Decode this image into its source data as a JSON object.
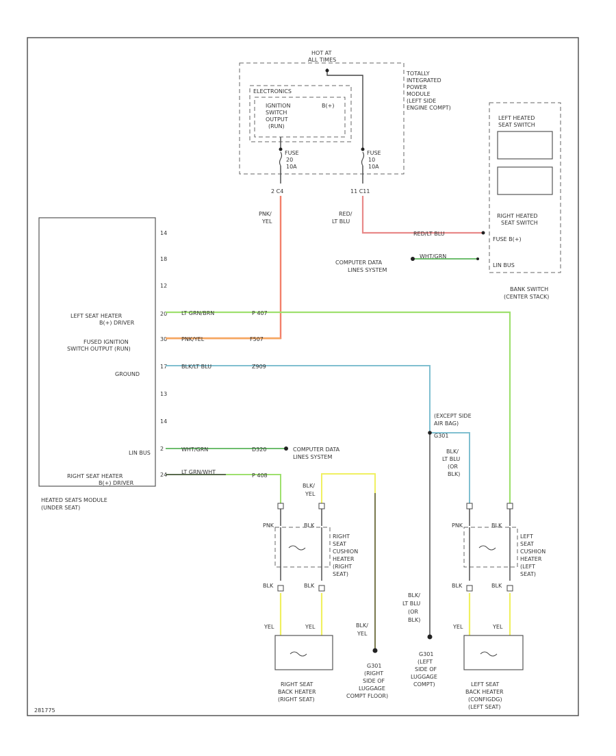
{
  "colors": {
    "pink_yel": "#f2806a",
    "red_ltblu": "#e88888",
    "lt_grn_brn": "#9ee06e",
    "pnk_yel_orange": "#f5a860",
    "blk_lt_blu": "#7fbfd0",
    "wht_grn": "#6dbd6d",
    "yel": "#f0f060",
    "frame": "#555555"
  },
  "tipm": {
    "hot_label": "HOT AT ALL TIMES",
    "name": "TOTALLY INTEGRATED POWER MODULE (LEFT SIDE ENGINE COMPT)",
    "electronics": "ELECTRONICS",
    "iod_lines": [
      "IGNITION",
      "SWITCH",
      "OUTPUT",
      "(RUN)"
    ],
    "bplus": "B(+)",
    "fuse1": [
      "FUSE",
      "20",
      "10A"
    ],
    "fuse2": [
      "FUSE",
      "10",
      "10A"
    ],
    "pin1": "2  C4",
    "pin2": "11  C11"
  },
  "wire_labels": {
    "pnk_yel": [
      "PNK/",
      "YEL"
    ],
    "red_ltblu": [
      "RED/",
      "LT BLU"
    ],
    "red_ltblu_run": "RED/LT BLU",
    "wht_grn_1": "WHT/GRN",
    "lt_grn_brn": "LT GRN/BRN",
    "pnk_yel_run": "PNK/YEL",
    "blk_ltblu": "BLK/LT BLU",
    "wht_grn_2": "WHT/GRN",
    "lt_grn_wht": "LT GRN/WHT",
    "blk_yel_1": [
      "BLK/",
      "YEL"
    ],
    "blk_ltblu_or_blk": [
      "BLK/",
      "LT BLU",
      "(OR",
      "BLK)"
    ],
    "blk_ltblu_or_blk_2": [
      "BLK/",
      "LT BLU",
      "(OR",
      "BLK)"
    ],
    "blk_yel_2": [
      "BLK/",
      "YEL"
    ]
  },
  "circuits": {
    "p407": "P 407",
    "f507": "F507",
    "z909": "Z909",
    "d320": "D320",
    "p408": "P 408"
  },
  "switch_bank": {
    "left": [
      "LEFT HEATED",
      "SEAT SWITCH"
    ],
    "right": [
      "RIGHT HEATED",
      "SEAT SWITCH"
    ],
    "fuse": "FUSE B(+)",
    "linbus": "LIN BUS",
    "name": [
      "BANK SWITCH",
      "(CENTER STACK)"
    ]
  },
  "cdl": {
    "upper": [
      "COMPUTER DATA",
      "LINES SYSTEM"
    ],
    "lower": [
      "COMPUTER DATA",
      "LINES SYSTEM"
    ]
  },
  "module": {
    "name": [
      "HEATED SEATS MODULE",
      "(UNDER SEAT)"
    ],
    "pins": [
      "14",
      "18",
      "12",
      "20",
      "30",
      "17",
      "13",
      "14",
      "2",
      "24"
    ],
    "left_driver": [
      "LEFT SEAT HEATER",
      "B(+) DRIVER"
    ],
    "fused_ign": [
      "FUSED IGNITION",
      "SWITCH OUTPUT (RUN)"
    ],
    "ground": "GROUND",
    "linbus": "LIN BUS",
    "right_driver": [
      "RIGHT SEAT HEATER",
      "B(+) DRIVER"
    ]
  },
  "splice": [
    "(EXCEPT SIDE",
    "AIR BAG)",
    "G301"
  ],
  "right_cushion": [
    "RIGHT",
    "SEAT",
    "CUSHION",
    "HEATER",
    "(RIGHT",
    "SEAT)"
  ],
  "left_cushion": [
    "LEFT",
    "SEAT",
    "CUSHION",
    "HEATER",
    "(LEFT",
    "SEAT)"
  ],
  "right_back": [
    "RIGHT SEAT",
    "BACK HEATER",
    "(RIGHT SEAT)"
  ],
  "left_back": [
    "LEFT SEAT",
    "BACK HEATER",
    "(CONFIGDG)",
    "(LEFT SEAT)"
  ],
  "g301": [
    "G301",
    "(RIGHT",
    "SIDE OF",
    "LUGGAGE",
    "COMPT FLOOR)"
  ],
  "g302": [
    "G301",
    "(LEFT",
    "SIDE OF",
    "LUGGAGE",
    "COMPT)"
  ],
  "cush_wires": {
    "pnk_l": "PNK",
    "blk_l": "BLK",
    "blk_lb": "BLK",
    "blk_rb": "BLK",
    "yel_l": "YEL",
    "yel_r": "YEL",
    "pnk_r": "PNK",
    "blk_r": "BLK",
    "blk_r_b1": "BLK",
    "blk_r_b2": "BLK",
    "yel_r1": "YEL",
    "yel_r2": "YEL"
  },
  "page_id": "281775"
}
